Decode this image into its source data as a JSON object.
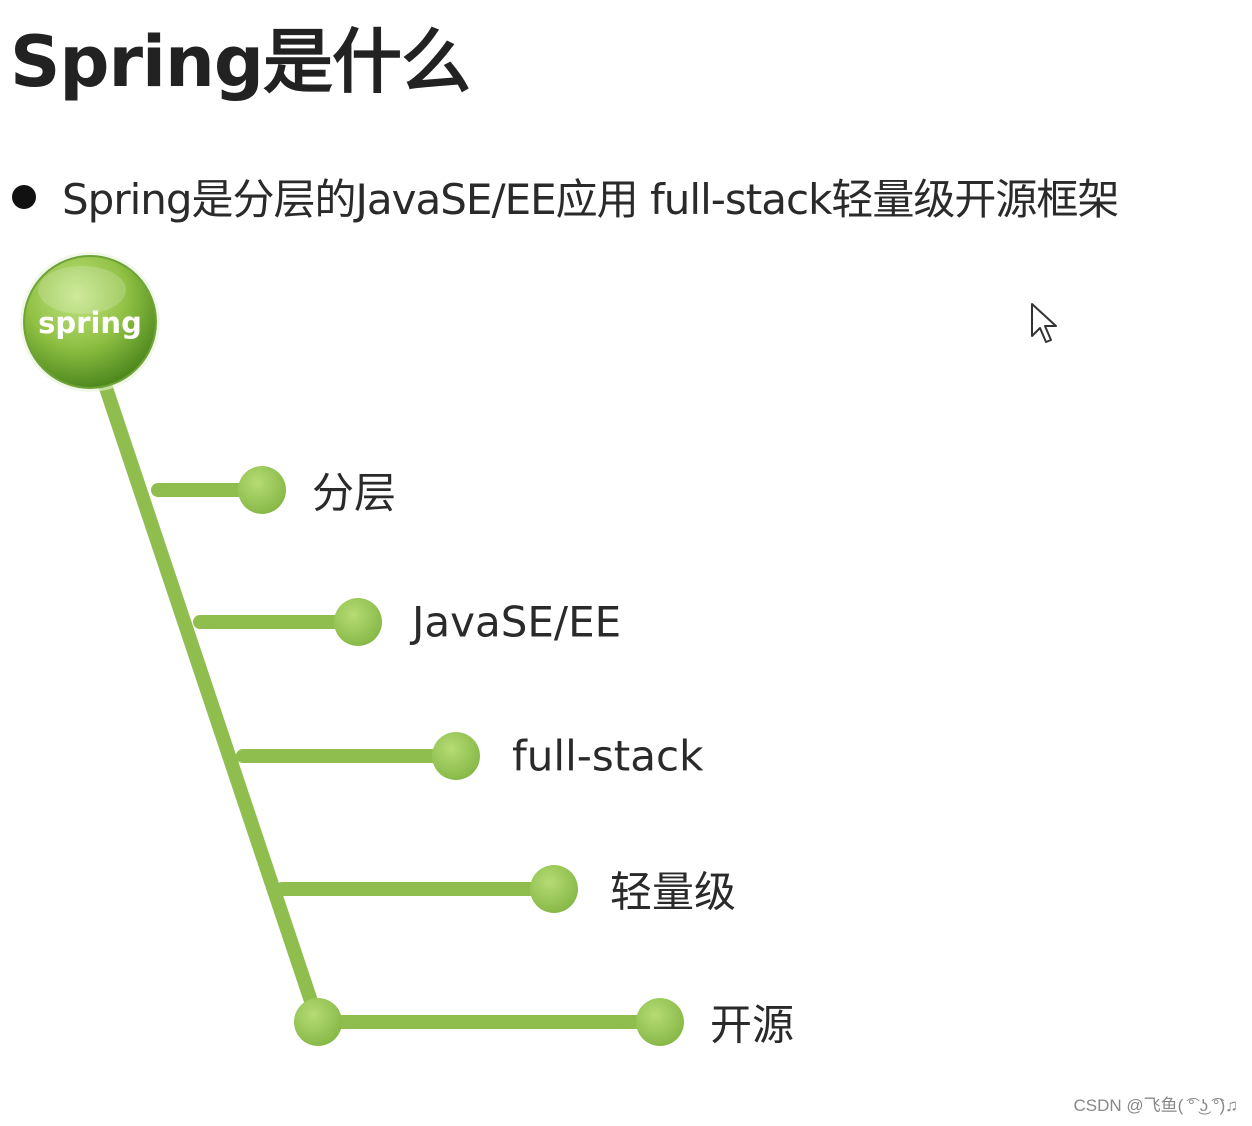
{
  "title": "Spring是什么",
  "bullet": "Spring是分层的JavaSE/EE应用 full-stack轻量级开源框架",
  "logo_text": "spring",
  "branches": [
    {
      "label": "分层"
    },
    {
      "label": "JavaSE/EE"
    },
    {
      "label": "full-stack"
    },
    {
      "label": "轻量级"
    },
    {
      "label": "开源"
    }
  ],
  "watermark": "CSDN @飞鱼( ͡° ͜ʖ ͡°)♫",
  "colors": {
    "green_line": "#8fbe4f",
    "green_node": "#9ccc5a",
    "logo_dark": "#5a9a25",
    "logo_light": "#a8d663"
  },
  "icons": {
    "cursor": "mouse-pointer-icon",
    "bullet": "bullet-dot-icon"
  }
}
